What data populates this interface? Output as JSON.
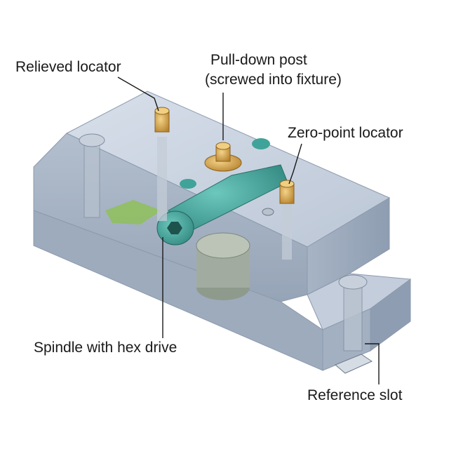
{
  "callouts": {
    "relieved_locator": "Relieved locator",
    "pull_down_post_line1": "Pull-down post",
    "pull_down_post_line2": "(screwed into fixture)",
    "zero_point_locator": "Zero-point locator",
    "spindle": "Spindle with hex drive",
    "reference_slot": "Reference slot"
  },
  "colors": {
    "block_top": "#c9d3e0",
    "block_front": "#a9b6c7",
    "block_side": "#9fadbf",
    "brass": "#d4a24c",
    "teal": "#3fa39a",
    "green_pad": "#8fbf5a"
  }
}
